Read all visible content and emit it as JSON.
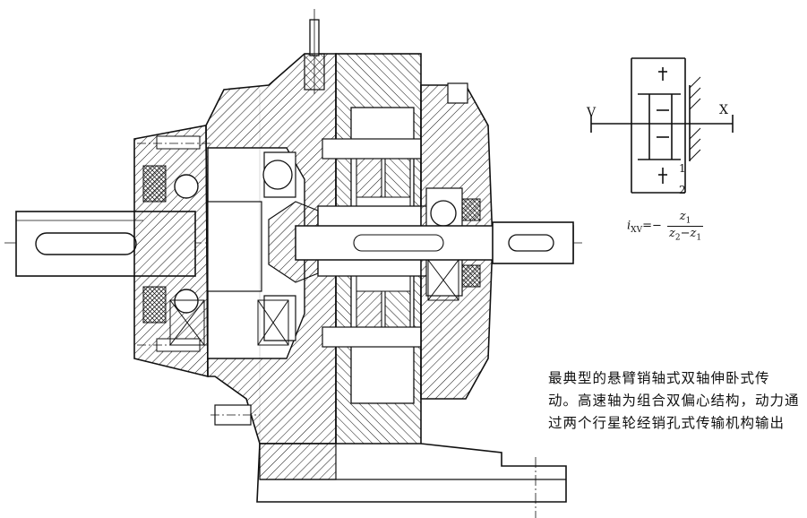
{
  "caption": {
    "lines": [
      "最典型的悬臂销轴式双轴伸卧式传",
      "动。高速轴为组合双偏心结构，动力通",
      "过两个行星轮经销孔式传输机构输出"
    ]
  },
  "schematic": {
    "input_label": "V",
    "output_label": "X",
    "gear_1_label": "1",
    "gear_2_label": "2"
  },
  "formula": {
    "symbol": "i",
    "subscript": "XV",
    "equals": "=−",
    "numerator": "z",
    "numerator_sub": "1",
    "denominator": "z",
    "denominator_sub_a": "2",
    "minus": "−",
    "denominator_term2": "z",
    "denominator_sub_b": "1"
  }
}
